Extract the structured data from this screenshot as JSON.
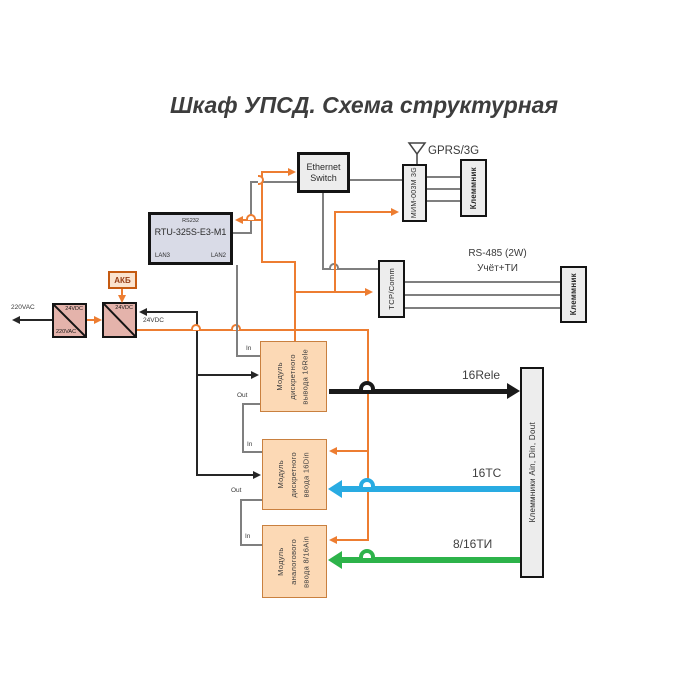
{
  "title": "Шкаф УПСД. Схема структурная",
  "colors": {
    "power_wire": "#ED7D31",
    "signal_wire": "#7F7F7F",
    "bus_dout": "#1A1A1A",
    "bus_din": "#29ABE2",
    "bus_ain": "#2DB34A",
    "module_fill": "#FCD9B5",
    "box_fill": "#EDEDED"
  },
  "nodes": {
    "ethernet_switch": {
      "label": "Ethernet\nSwitch"
    },
    "gprs_label": "GPRS/3G",
    "modem": {
      "label": "МИМ-003М 3G"
    },
    "terminal_top": {
      "label": "Клеммник"
    },
    "rtu": {
      "label": "RTU-325S-E3-M1",
      "port_rs232": "RS232",
      "port_lan_left": "LAN3",
      "port_lan_right": "LAN2"
    },
    "battery": {
      "label": "АКБ"
    },
    "psu_ac": {
      "label_out": "24VDC",
      "label_in": "220VAC"
    },
    "psu_dc": {
      "label_out": "24VDC"
    },
    "tcp_comm": {
      "label": "TCP/Comm"
    },
    "terminal_rs485": {
      "label": "Клеммник"
    },
    "module_dout": {
      "label": "Модуль\nдискретного\nвывода 16Rele"
    },
    "module_din": {
      "label": "Модуль\nдискретного\nввода 16Din"
    },
    "module_ain": {
      "label": "Модуль\nаналогового\nввода 8/16Ain"
    },
    "terminal_io": {
      "label": "Клеммники  Ain, Din, Dout"
    }
  },
  "wires": {
    "mains_label": "220VAC",
    "dc_bus_label": "24VDC",
    "rs485_label": "RS-485 (2W)",
    "rs485_sublabel": "Учёт+ТИ",
    "port_in": "In",
    "port_out": "Out"
  },
  "buses": {
    "dout": "16Rele",
    "din": "16ТС",
    "ain": "8/16ТИ"
  }
}
